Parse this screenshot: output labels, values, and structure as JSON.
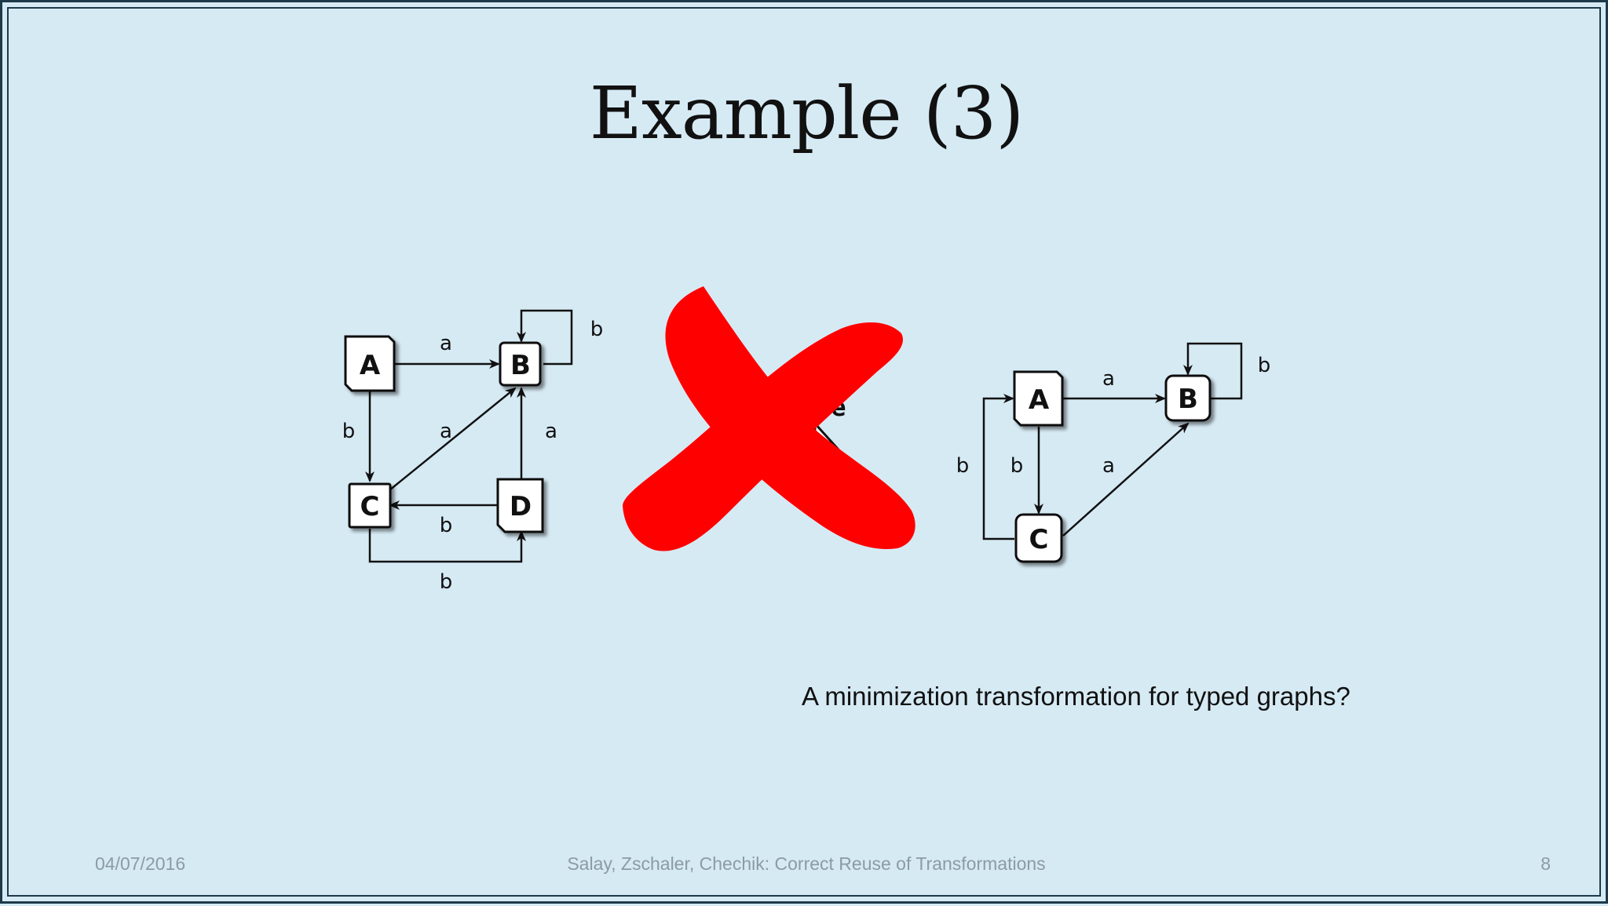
{
  "slide": {
    "title": "Example (3)",
    "question": "A minimization transformation for typed graphs?",
    "footer_date": "04/07/2016",
    "footer_center": "Salay, Zschaler, Chechik: Correct Reuse of Transformations",
    "footer_page": "8"
  },
  "left_graph": {
    "nodes": [
      "A",
      "B",
      "C",
      "D"
    ],
    "edge_labels": {
      "a_to_b": "a",
      "b_self": "b",
      "a_to_c": "b",
      "c_to_b": "a",
      "d_to_b": "a",
      "d_to_c": "b",
      "c_to_d": "b"
    }
  },
  "arrow_text": "ze",
  "cross_color": "#ff0000",
  "right_graph": {
    "nodes": [
      "A",
      "B",
      "C"
    ],
    "edge_labels": {
      "a_to_b": "a",
      "b_self": "b",
      "c_to_a": "b",
      "a_to_c": "b",
      "c_to_b": "a"
    }
  }
}
